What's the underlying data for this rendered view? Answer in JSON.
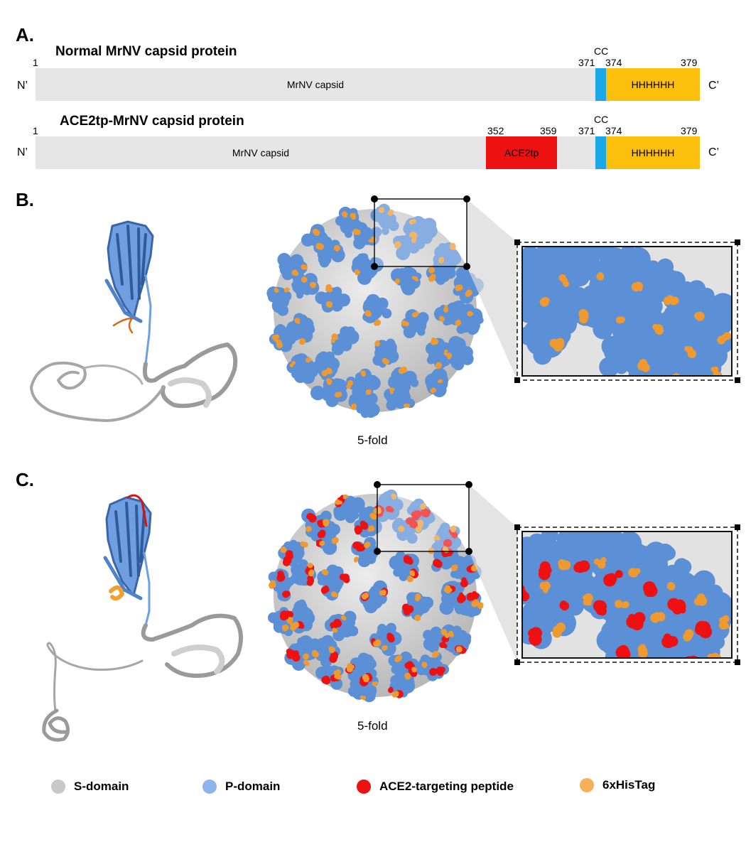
{
  "panelA": {
    "label": "A.",
    "normal": {
      "title": "Normal MrNV capsid protein",
      "start": "1",
      "n_term": "N’",
      "c_term": "C’",
      "capsid_label": "MrNV capsid",
      "cc_label": "CC",
      "pos_371": "371",
      "pos_374": "374",
      "pos_379": "379",
      "his_label": "HHHHHH"
    },
    "ace": {
      "title": "ACE2tp-MrNV capsid protein",
      "start": "1",
      "n_term": "N’",
      "c_term": "C’",
      "capsid_label": "MrNV capsid",
      "ace_label": "ACE2tp",
      "pos_352": "352",
      "pos_359": "359",
      "cc_label": "CC",
      "pos_371": "371",
      "pos_374": "374",
      "pos_379": "379",
      "his_label": "HHHHHH"
    }
  },
  "panelB": {
    "label": "B.",
    "fold_label": "5-fold"
  },
  "panelC": {
    "label": "C.",
    "fold_label": "5-fold"
  },
  "legend": [
    {
      "label": "S-domain",
      "color": "#c8c8c8"
    },
    {
      "label": "P-domain",
      "color": "#8fb4ec"
    },
    {
      "label": "ACE2-targeting peptide",
      "color": "#ee1111"
    },
    {
      "label": "6xHisTag",
      "color": "#f5b05a"
    }
  ],
  "colors": {
    "bar": "#e6e6e6",
    "cc": "#1aa8e8",
    "his": "#fbbf0d",
    "ace": "#ee1111",
    "pdomain": "#5b8fd6",
    "sdomain": "#dcdcdc",
    "histag": "#ee9a30"
  }
}
